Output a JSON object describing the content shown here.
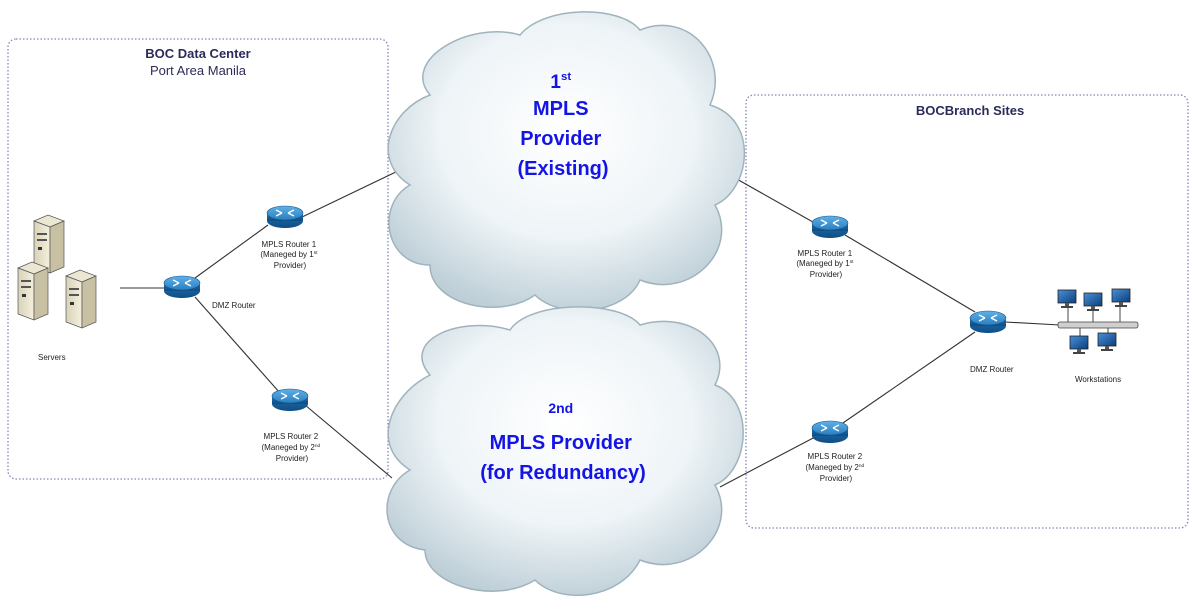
{
  "data_center": {
    "title": "BOC Data Center",
    "subtitle": "Port Area Manila",
    "servers_label": "Servers",
    "dmz_router_label": "DMZ Router",
    "router1": {
      "line1": "MPLS Router 1",
      "line2": "(Maneged by 1",
      "line2_sup": "st",
      "line3": "Provider)"
    },
    "router2": {
      "line1": "MPLS Router 2",
      "line2": "(Maneged by 2",
      "line2_sup": "nd",
      "line3": "Provider)"
    }
  },
  "cloud1": {
    "line1": "1",
    "line1_sup": "st",
    "line2": "MPLS",
    "line3": "Provider",
    "line4": "(Existing)"
  },
  "cloud2": {
    "line1": "2nd",
    "line2": "MPLS Provider",
    "line3": "(for Redundancy)"
  },
  "branch": {
    "title": "BOCBranch Sites",
    "router1": {
      "line1": "MPLS Router 1",
      "line2": "(Maneged by 1",
      "line2_sup": "st",
      "line3": "Provider)"
    },
    "router2": {
      "line1": "MPLS Router 2",
      "line2": "(Maneged by 2",
      "line2_sup": "nd",
      "line3": "Provider)"
    },
    "dmz_router_label": "DMZ Router",
    "workstations_label": "Workstations"
  },
  "colors": {
    "cloud_text": "#1414e6",
    "router": "#1f6fb0",
    "border": "#8088b8"
  },
  "icons": [
    "server-icon",
    "router-icon",
    "workstation-icon",
    "cloud-icon"
  ]
}
